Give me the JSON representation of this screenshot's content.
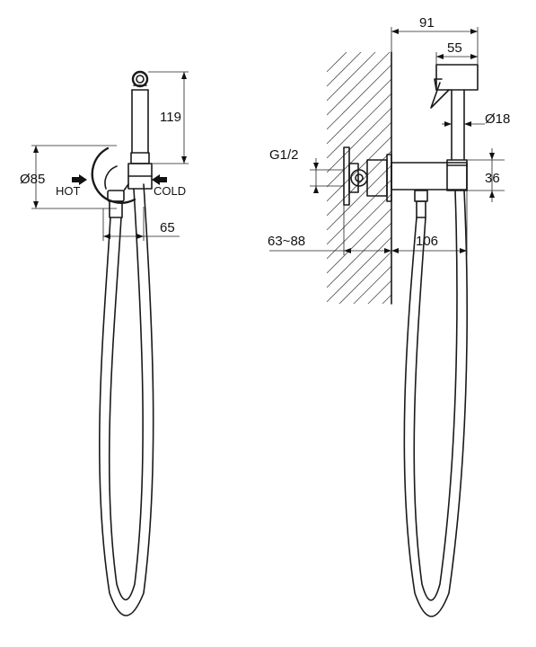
{
  "front_view": {
    "dim_height": "119",
    "dim_diameter": "Ø85",
    "dim_depth": "65",
    "label_hot": "HOT",
    "label_cold": "COLD"
  },
  "side_view": {
    "dim_total_projection": "91",
    "dim_head_width": "55",
    "dim_head_diameter": "Ø18",
    "dim_thread": "G1/2",
    "dim_body_height": "36",
    "dim_wall_range": "63~88",
    "dim_body_length": "106"
  }
}
